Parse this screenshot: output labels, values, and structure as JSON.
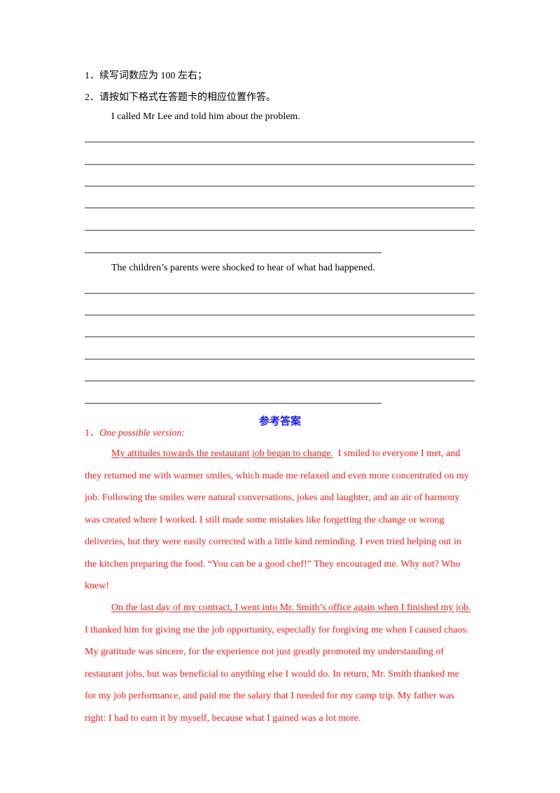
{
  "instructions": [
    {
      "num": "1．",
      "text": "续写词数应为 100 左右；"
    },
    {
      "num": "2．",
      "text": "请按如下格式在答题卡的相应位置作答。"
    }
  ],
  "prompts": [
    {
      "text": "I called Mr Lee and told him about the problem."
    },
    {
      "text": "The children’s parents were shocked to hear of what had happened."
    }
  ],
  "answer": {
    "title": "参考答案",
    "num": "1．",
    "label": "One possible version:",
    "paragraph1": {
      "underlined": "My attitudes towards the restaurant job began to change.",
      "first_rest": "  I smiled to everyone I met, and",
      "lines": [
        "they returned me with warmer smiles, which made me relaxed and even more concentrated on my",
        "job. Following the smiles were natural conversations, jokes and laughter, and an air of harmony",
        "was created where I worked. I still made some mistakes like forgetting the change or wrong",
        "deliveries, but they were easily corrected with a little kind reminding. I even tried helping out in",
        "the kitchen preparing the food. “You can be a good chef!” They encouraged me. Why not? Who",
        "knew!"
      ]
    },
    "paragraph2": {
      "underlined": "On the last day of my contract, I went into Mr. Smith’s office again when I finished my job.",
      "lines": [
        "I thanked him for giving me the job opportunity, especially for forgiving me when I caused chaos.",
        "My gratitude was sincere, for the experience not just greatly promoted my understanding of",
        "restaurant jobs, but was beneficial to anything else I would do. In return, Mr. Smith thanked me",
        "for my job performance, and paid me the salary that I needed for my camp trip. My father was",
        "right: I had to earn it by myself, because what I gained was a lot more."
      ]
    }
  },
  "colors": {
    "answer_text": "#ff1a1a",
    "answer_title": "#1a1aff"
  }
}
